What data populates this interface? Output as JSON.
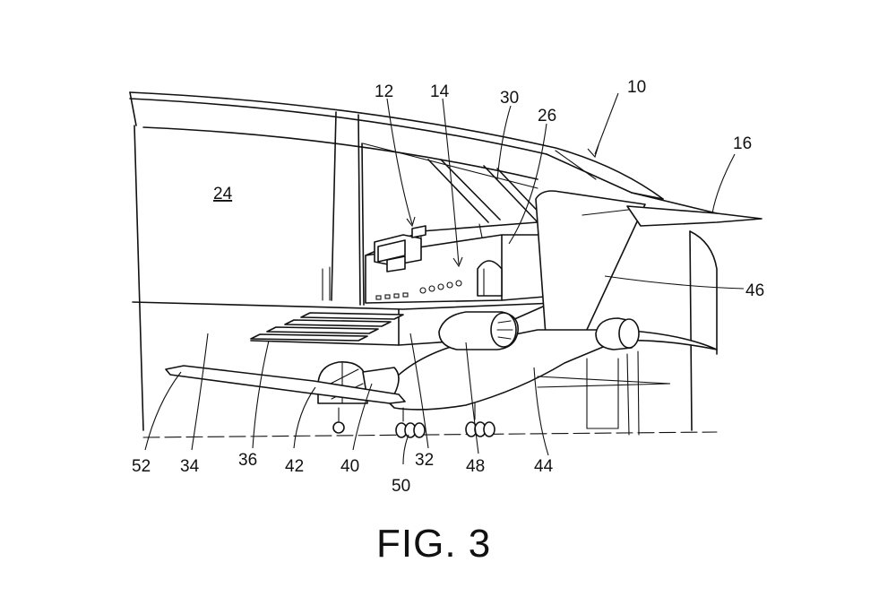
{
  "figure": {
    "caption": "FIG. 3",
    "labels": {
      "l10": "10",
      "l12": "12",
      "l14": "14",
      "l16": "16",
      "l24": "24",
      "l26": "26",
      "l30": "30",
      "l32": "32",
      "l34": "34",
      "l36": "36",
      "l40": "40",
      "l42": "42",
      "l44": "44",
      "l46": "46",
      "l48": "48",
      "l50": "50",
      "l52": "52"
    }
  }
}
